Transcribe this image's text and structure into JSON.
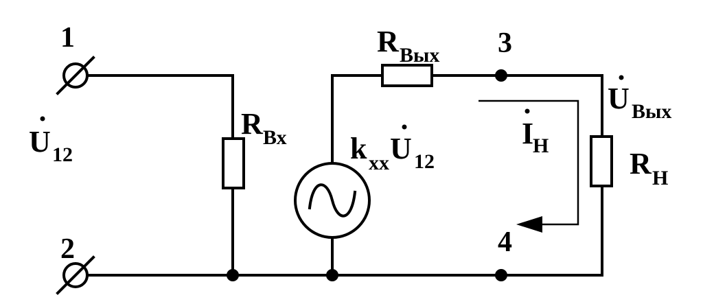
{
  "terminals": {
    "t1": "1",
    "t2": "2",
    "t3": "3",
    "t4": "4"
  },
  "labels": {
    "u12_base": "U",
    "u12_sub": "12",
    "rin_base": "R",
    "rin_sub": "Вх",
    "rout_base": "R",
    "rout_sub": "Вых",
    "source_k": "k",
    "source_k_sub": "xx",
    "source_u": "U",
    "source_u_sub": "12",
    "uout_base": "U",
    "uout_sub": "Вых",
    "i_base": "I",
    "i_sub": "Н",
    "rload_base": "R",
    "rload_sub": "Н"
  },
  "colors": {
    "line": "#000000",
    "background": "#ffffff"
  }
}
